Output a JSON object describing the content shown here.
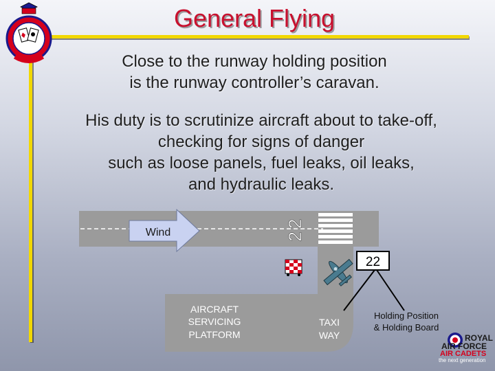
{
  "slide": {
    "title": "General Flying",
    "intro_lines": [
      "Close to the runway holding position",
      "is the runway controller’s caravan."
    ],
    "duty_lines": [
      "His duty is to scrutinize aircraft about to take-off,",
      "checking for signs of danger",
      "such as loose panels, fuel leaks, oil leaks,",
      "and hydraulic leaks."
    ]
  },
  "diagram": {
    "wind_label": "Wind",
    "runway_number": "22",
    "holding_board_number": "22",
    "platform_lines": [
      "AIRCRAFT",
      "SERVICING",
      "PLATFORM"
    ],
    "taxi_lines": [
      "TAXI",
      "WAY"
    ],
    "holding_lines": [
      "Holding Position",
      "& Holding Board"
    ]
  },
  "branding": {
    "lines": [
      "ROYAL",
      "AIR FORCE",
      "AIR CADETS",
      "the next generation"
    ]
  },
  "colors": {
    "title": "#c8102e",
    "rule": "#f2d800",
    "tarmac": "#9b9b9b",
    "wind_arrow": "#c9d2f1",
    "caravan_red": "#d5001c",
    "aircraft": "#4a7b8f"
  }
}
